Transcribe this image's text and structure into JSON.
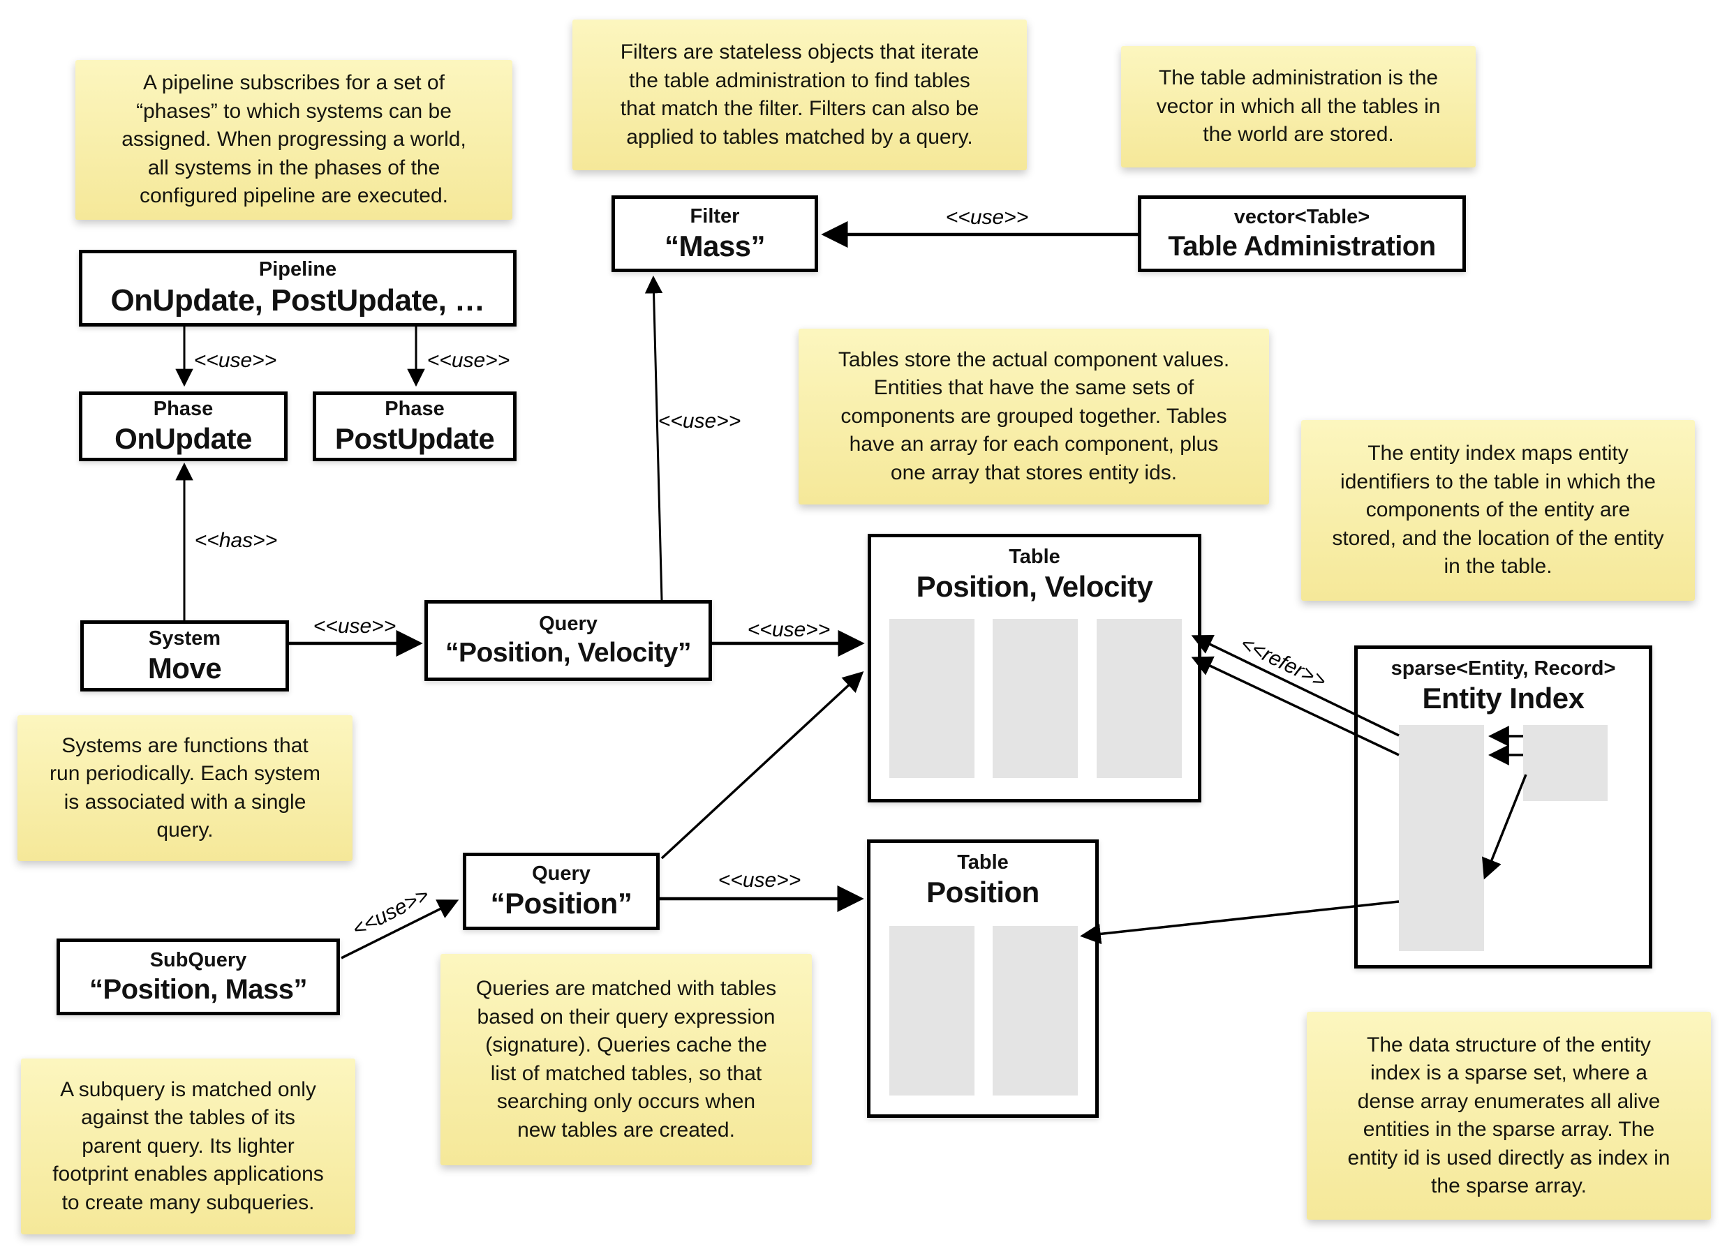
{
  "colors": {
    "note-top": "#FCF6BF",
    "note-bottom": "#F5E899",
    "box-border": "#000000",
    "array-fill": "#E4E4E4",
    "canvas-bg": "#FFFFFF",
    "text": "#111111"
  },
  "notes": {
    "pipeline": "A pipeline subscribes for a set of\n“phases” to which systems can be\nassigned. When progressing a world,\nall systems in the phases of the\nconfigured pipeline are executed.",
    "filters": "Filters are stateless objects that iterate\nthe table administration to find tables\nthat match the filter. Filters can also be\napplied to tables matched by a query.",
    "table_admin": "The table administration is the\nvector in which all the tables in\nthe world are stored.",
    "tables": "Tables store the actual component values.\nEntities that have the same sets of\ncomponents are grouped together. Tables\nhave an array for each component, plus\none array that stores entity ids.",
    "entity_index": "The entity index maps entity\nidentifiers to the table in which the\ncomponents of the entity are\nstored, and the location of the entity\nin the table.",
    "systems": "Systems are functions that\nrun periodically. Each system\nis associated with a single\nquery.",
    "queries": "Queries are matched with tables\nbased on their query expression\n(signature). Queries cache the\nlist of matched tables, so that\nsearching only occurs when\nnew tables are created.",
    "subquery": "A subquery is matched only\nagainst the tables of its\nparent query. Its lighter\nfootprint enables applications\nto create many subqueries.",
    "sparse_set": "The data structure of the entity\nindex is a sparse set, where a\ndense array enumerates all alive\nentities in the sparse array. The\nentity id is used directly as index in\nthe sparse array."
  },
  "boxes": {
    "pipeline": {
      "type": "Pipeline",
      "label": "OnUpdate, PostUpdate, …"
    },
    "phase_onupdate": {
      "type": "Phase",
      "label": "OnUpdate"
    },
    "phase_postupdate": {
      "type": "Phase",
      "label": "PostUpdate"
    },
    "filter_mass": {
      "type": "Filter",
      "label": "“Mass”"
    },
    "table_admin": {
      "type": "vector<Table>",
      "label": "Table Administration"
    },
    "system_move": {
      "type": "System",
      "label": "Move"
    },
    "query_pos_vel": {
      "type": "Query",
      "label": "“Position, Velocity”"
    },
    "table_pos_vel": {
      "type": "Table",
      "label": "Position, Velocity"
    },
    "entity_index": {
      "type": "sparse<Entity, Record>",
      "label": "Entity Index"
    },
    "query_pos": {
      "type": "Query",
      "label": "“Position”"
    },
    "table_pos": {
      "type": "Table",
      "label": "Position"
    },
    "subquery": {
      "type": "SubQuery",
      "label": "“Position, Mass”"
    }
  },
  "edge_labels": {
    "use": "<<use>>",
    "has": "<<has>>",
    "refer": "<<refer>>"
  }
}
